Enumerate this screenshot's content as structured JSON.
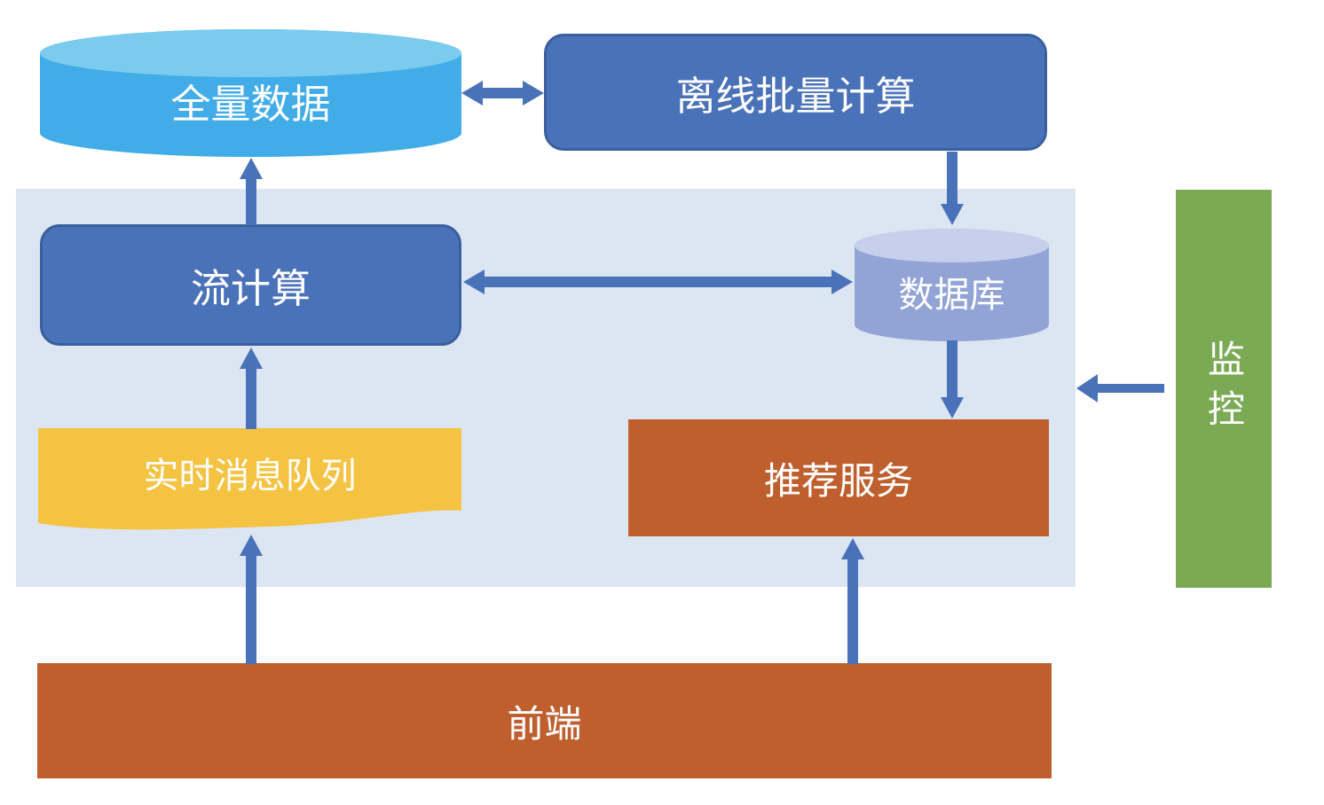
{
  "diagram": {
    "kind": "architecture-flowchart",
    "background_panel": {
      "description": "light blue platform region grouping stream compute, database, realtime queue and recommend service",
      "color": "#dce6f2"
    },
    "nodes": {
      "full_data": {
        "label": "全量数据",
        "shape": "cylinder",
        "color": "#41ace8",
        "top_color": "#7bcbee",
        "text_color": "#ffffff"
      },
      "offline_batch": {
        "label": "离线批量计算",
        "shape": "rounded-rect",
        "color": "#4a72b9",
        "border_color": "#3a5f9e",
        "text_color": "#ffffff"
      },
      "stream_compute": {
        "label": "流计算",
        "shape": "rounded-rect",
        "color": "#4a72b9",
        "border_color": "#3a5f9e",
        "text_color": "#ffffff"
      },
      "database": {
        "label": "数据库",
        "shape": "cylinder",
        "color": "#92a3d6",
        "top_color": "#c6cfeb",
        "text_color": "#ffffff"
      },
      "realtime_queue": {
        "label": "实时消息队列",
        "shape": "document-wave",
        "color": "#f5c342",
        "text_color": "#ffffff"
      },
      "recommend_service": {
        "label": "推荐服务",
        "shape": "rect",
        "color": "#bf5f2e",
        "text_color": "#ffffff"
      },
      "frontend": {
        "label": "前端",
        "shape": "rect",
        "color": "#bf5f2e",
        "text_color": "#ffffff"
      },
      "monitor": {
        "label": "监控",
        "shape": "rect",
        "color": "#7baa54",
        "text_color": "#ffffff",
        "text_orientation": "vertical"
      }
    },
    "edges": [
      {
        "from": "full_data",
        "to": "offline_batch",
        "direction": "bidirectional"
      },
      {
        "from": "offline_batch",
        "to": "database",
        "direction": "one-way-down"
      },
      {
        "from": "stream_compute",
        "to": "full_data",
        "direction": "one-way-up"
      },
      {
        "from": "stream_compute",
        "to": "database",
        "direction": "bidirectional"
      },
      {
        "from": "realtime_queue",
        "to": "stream_compute",
        "direction": "one-way-up"
      },
      {
        "from": "database",
        "to": "recommend_service",
        "direction": "one-way-down"
      },
      {
        "from": "frontend",
        "to": "realtime_queue",
        "direction": "one-way-up"
      },
      {
        "from": "frontend",
        "to": "recommend_service",
        "direction": "one-way-up"
      },
      {
        "from": "monitor",
        "to": "background_panel",
        "direction": "one-way-left"
      }
    ],
    "colors": {
      "arrow": "#4a72b9",
      "panel_bg": "#dce6f2",
      "sky_cylinder_body": "#41ace8",
      "sky_cylinder_top": "#7bcbee",
      "blue_box": "#4a72b9",
      "blue_box_border": "#3a5f9e",
      "periwinkle_cylinder_body": "#92a3d6",
      "periwinkle_cylinder_top": "#c6cfeb",
      "yellow_document": "#f5c342",
      "orange_rect": "#bf5f2e",
      "green_rect": "#7baa54",
      "label_text": "#ffffff",
      "page_bg": "#ffffff"
    }
  }
}
